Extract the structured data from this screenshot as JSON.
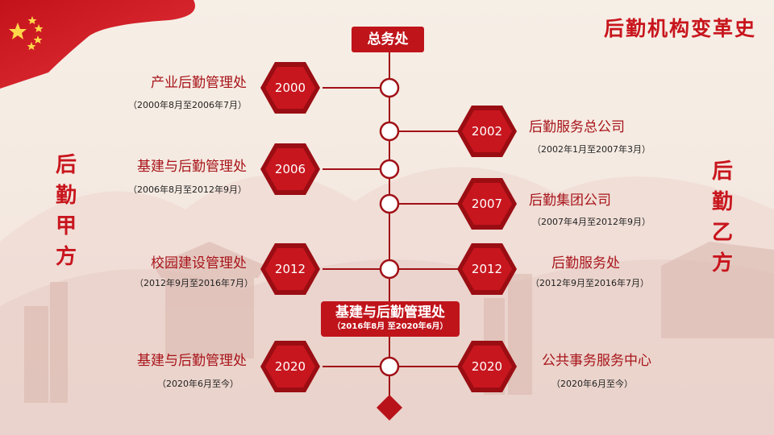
{
  "title": "后勤机构变革史",
  "left_side": "后勤甲方",
  "right_side": "后勤乙方",
  "top_node": "总务处",
  "middle_node": {
    "title": "基建与后勤管理处",
    "period": "（2016年8月 至2020年6月）"
  },
  "left_items": [
    {
      "year": "2000",
      "name": "产业后勤管理处",
      "period": "（2000年8月至2006年7月）"
    },
    {
      "year": "2006",
      "name": "基建与后勤管理处",
      "period": "（2006年8月至2012年9月）"
    },
    {
      "year": "2012",
      "name": "校园建设管理处",
      "period": "（2012年9月至2016年7月）"
    },
    {
      "year": "2020",
      "name": "基建与后勤管理处",
      "period": "（2020年6月至今）"
    }
  ],
  "right_items": [
    {
      "year": "2002",
      "name": "后勤服务总公司",
      "period": "（2002年1月至2007年3月）"
    },
    {
      "year": "2007",
      "name": "后勤集团公司",
      "period": "（2007年4月至2012年9月）"
    },
    {
      "year": "2012",
      "name": "后勤服务处",
      "period": "（2012年9月至2016年7月）"
    },
    {
      "year": "2020",
      "name": "公共事务服务中心",
      "period": "（2020年6月至今）"
    }
  ],
  "colors": {
    "accent": "#c0141b",
    "dark_red": "#8e0e13",
    "text_red": "#a8141a"
  }
}
